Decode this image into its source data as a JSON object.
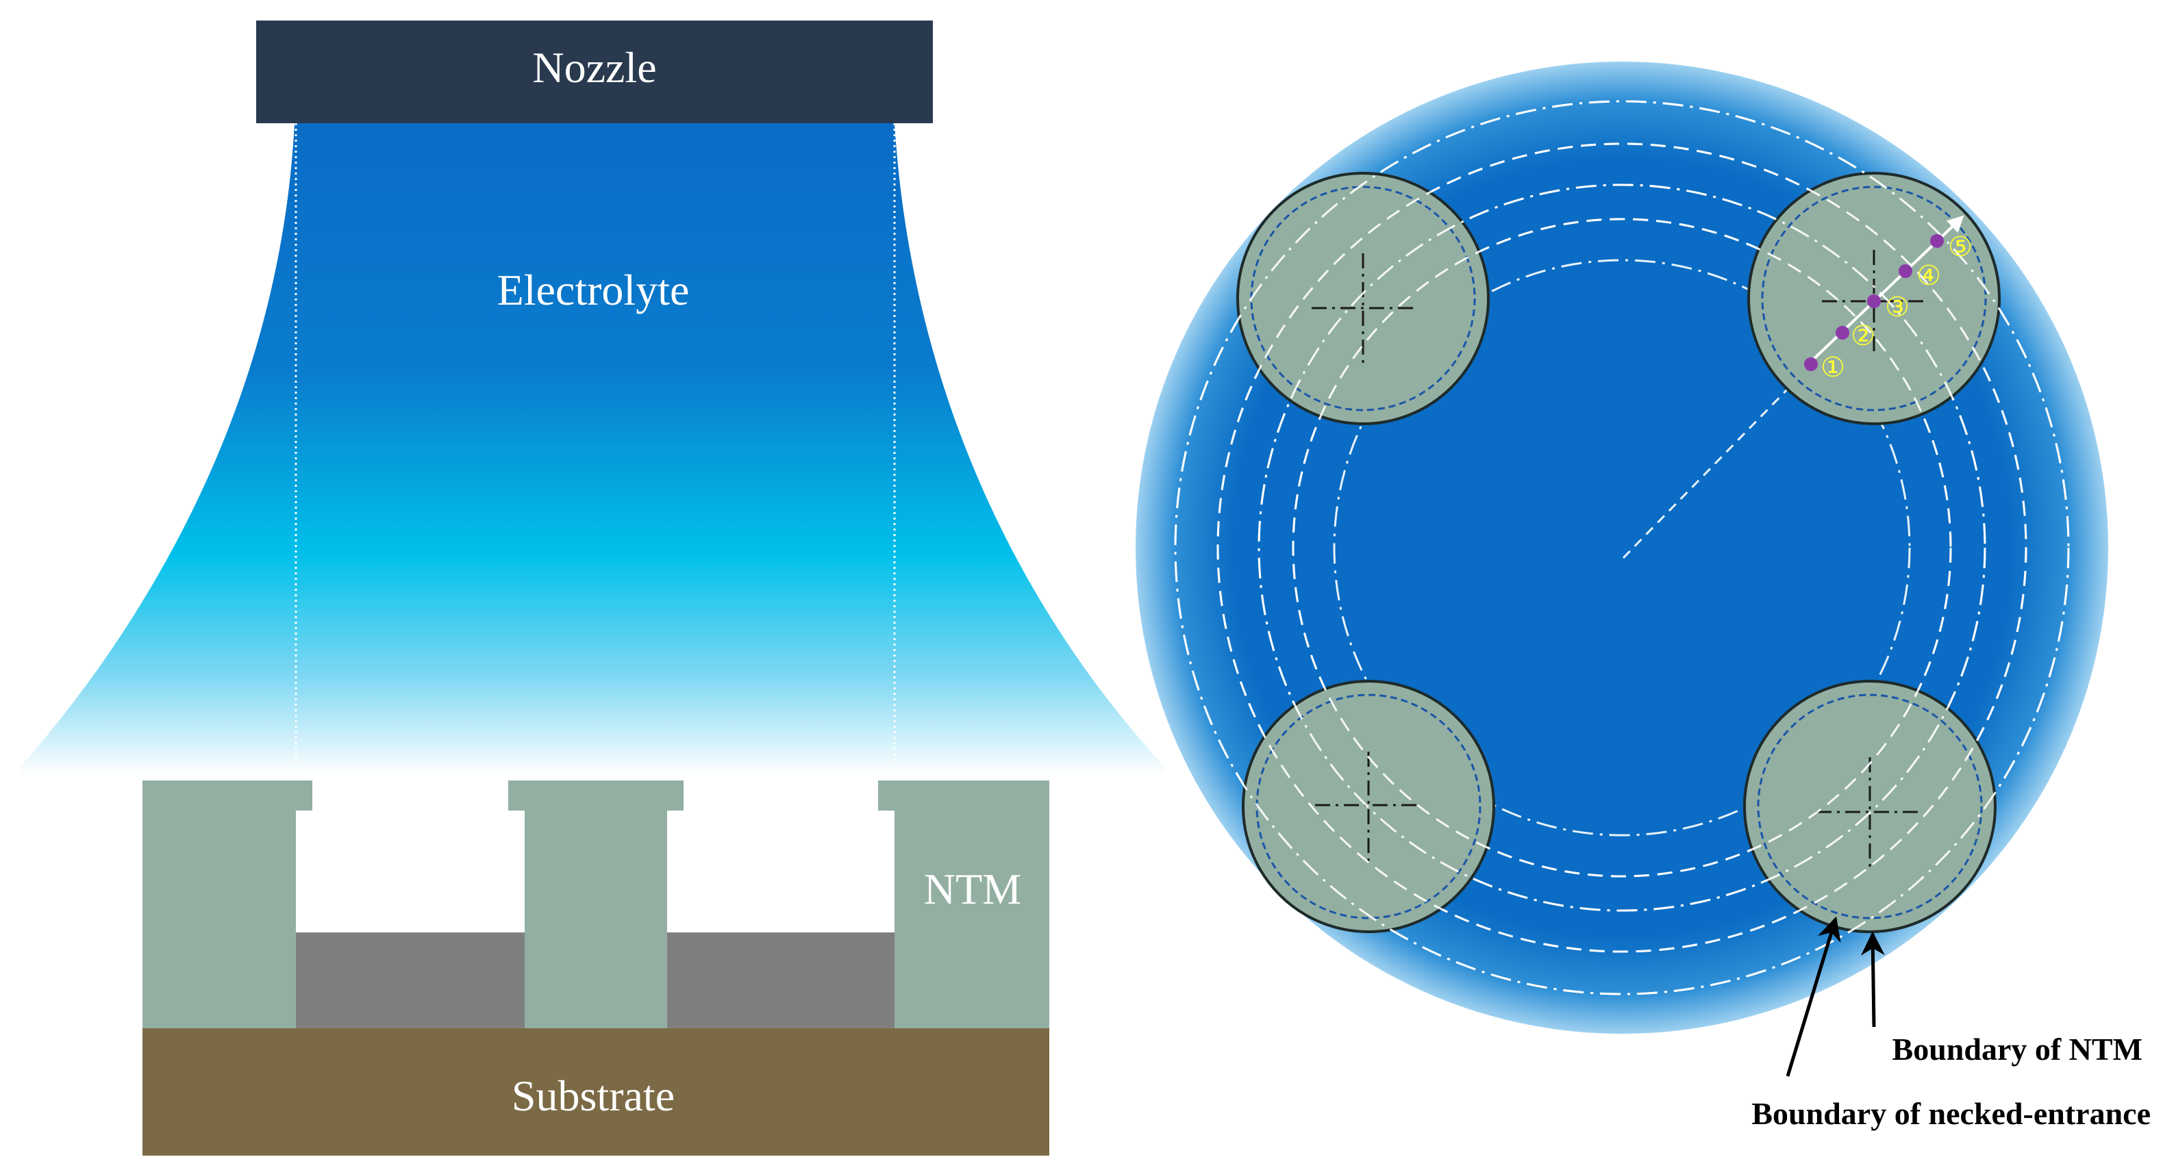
{
  "left_panel": {
    "nozzle_label": "Nozzle",
    "electrolyte_label": "Electrolyte",
    "ntm_label": "NTM",
    "substrate_label": "Substrate"
  },
  "right_panel": {
    "point_labels": [
      "①",
      "②",
      "③",
      "④",
      "⑤"
    ],
    "callout_ntm": "Boundary of NTM",
    "callout_necked": "Boundary of necked-entrance"
  },
  "colors": {
    "nozzle": "#293a4f",
    "electrolyte_top": "#0b6fc7",
    "electrolyte_mid": "#00bde8",
    "ntm": "#93afa2",
    "substrate": "#7b6a45",
    "deposit": "#7f7f7f",
    "disk_blue": "#0a6cc4",
    "point_marker": "#8b3aa8",
    "point_label": "#ffff33"
  }
}
